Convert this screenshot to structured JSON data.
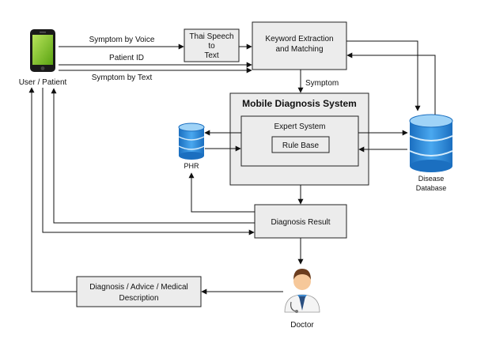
{
  "actors": {
    "user": "User / Patient",
    "doctor": "Doctor"
  },
  "boxes": {
    "speech_line1": "Thai Speech",
    "speech_line2": "to",
    "speech_line3": "Text",
    "keyword_line1": "Keyword Extraction",
    "keyword_line2": "and Matching",
    "mobile_title": "Mobile Diagnosis System",
    "expert_title": "Expert System",
    "rule_base": "Rule Base",
    "diagnosis_result": "Diagnosis Result",
    "advice_line1": "Diagnosis / Advice / Medical",
    "advice_line2": "Description"
  },
  "databases": {
    "phr": "PHR",
    "disease_line1": "Disease",
    "disease_line2": "Database"
  },
  "edge_labels": {
    "voice": "Symptom by Voice",
    "patient_id": "Patient ID",
    "text": "Symptom by Text",
    "symptom": "Symptom"
  },
  "colors": {
    "box_fill": "#ececec",
    "phone_screen": "#7fc31c",
    "db_blue": "#1f7fd6",
    "db_light": "#9fd3f7"
  }
}
